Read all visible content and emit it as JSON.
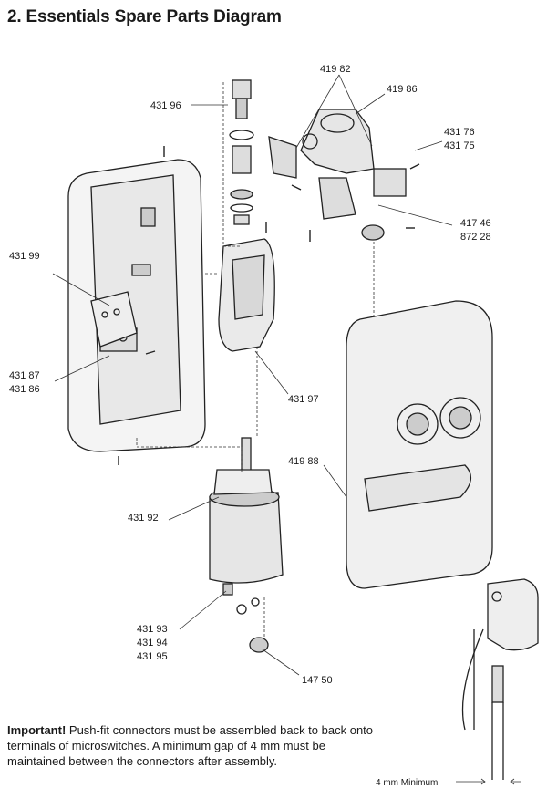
{
  "title": "2. Essentials Spare Parts Diagram",
  "parts": {
    "p41982": "419 82",
    "p41986": "419 86",
    "p43196": "431 96",
    "p43176": "431 76",
    "p43175": "431 75",
    "p41746": "417 46",
    "p87228": "872 28",
    "p43199": "431 99",
    "p43187": "431 87",
    "p43186": "431 86",
    "p43197": "431 97",
    "p41988": "419 88",
    "p43192": "431 92",
    "p43193": "431 93",
    "p43194": "431 94",
    "p43195": "431 95",
    "p14750": "147 50"
  },
  "note": {
    "important": "Important!",
    "text": " Push-fit connectors must be assembled back to back onto terminals of microswitches. A minimum gap of 4 mm must be maintained between the connectors after assembly."
  },
  "gap_label": "4 mm Minimum"
}
